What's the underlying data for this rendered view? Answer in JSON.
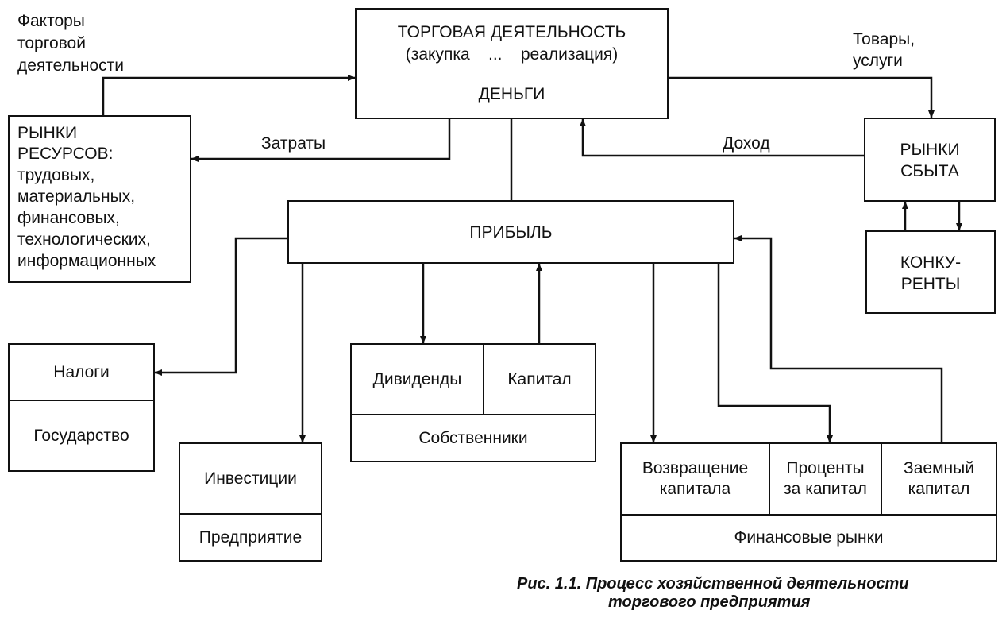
{
  "colors": {
    "ink": "#111111",
    "background": "#ffffff"
  },
  "labels": {
    "factors": [
      "Факторы",
      "торговой",
      "деятельности"
    ],
    "goods": [
      "Товары,",
      "услуги"
    ],
    "costs": "Затраты",
    "income": "Доход"
  },
  "trade": {
    "title": "ТОРГОВАЯ ДЕЯТЕЛЬНОСТЬ",
    "subtitle": "(закупка    ...    реализация)",
    "money": "ДЕНЬГИ"
  },
  "resources": [
    "РЫНКИ",
    "РЕСУРСОВ:",
    "трудовых,",
    "материальных,",
    "финансовых,",
    "технологических,",
    "информационных"
  ],
  "sales": [
    "РЫНКИ",
    "СБЫТА"
  ],
  "competitors": [
    "КОНКУ-",
    "РЕНТЫ"
  ],
  "profit": "ПРИБЫЛЬ",
  "state": {
    "taxes": "Налоги",
    "name": "Государство"
  },
  "enterprise": {
    "investments": "Инвестиции",
    "name": "Предприятие"
  },
  "owners": {
    "dividends": "Дивиденды",
    "capital": "Капитал",
    "name": "Собственники"
  },
  "finance": {
    "return": [
      "Возвращение",
      "капитала"
    ],
    "interest": [
      "Проценты",
      "за капитал"
    ],
    "loan": [
      "Заемный",
      "капитал"
    ],
    "name": "Финансовые рынки"
  },
  "caption": [
    "Рис. 1.1. Процесс хозяйственной деятельности",
    "торгового предприятия"
  ]
}
